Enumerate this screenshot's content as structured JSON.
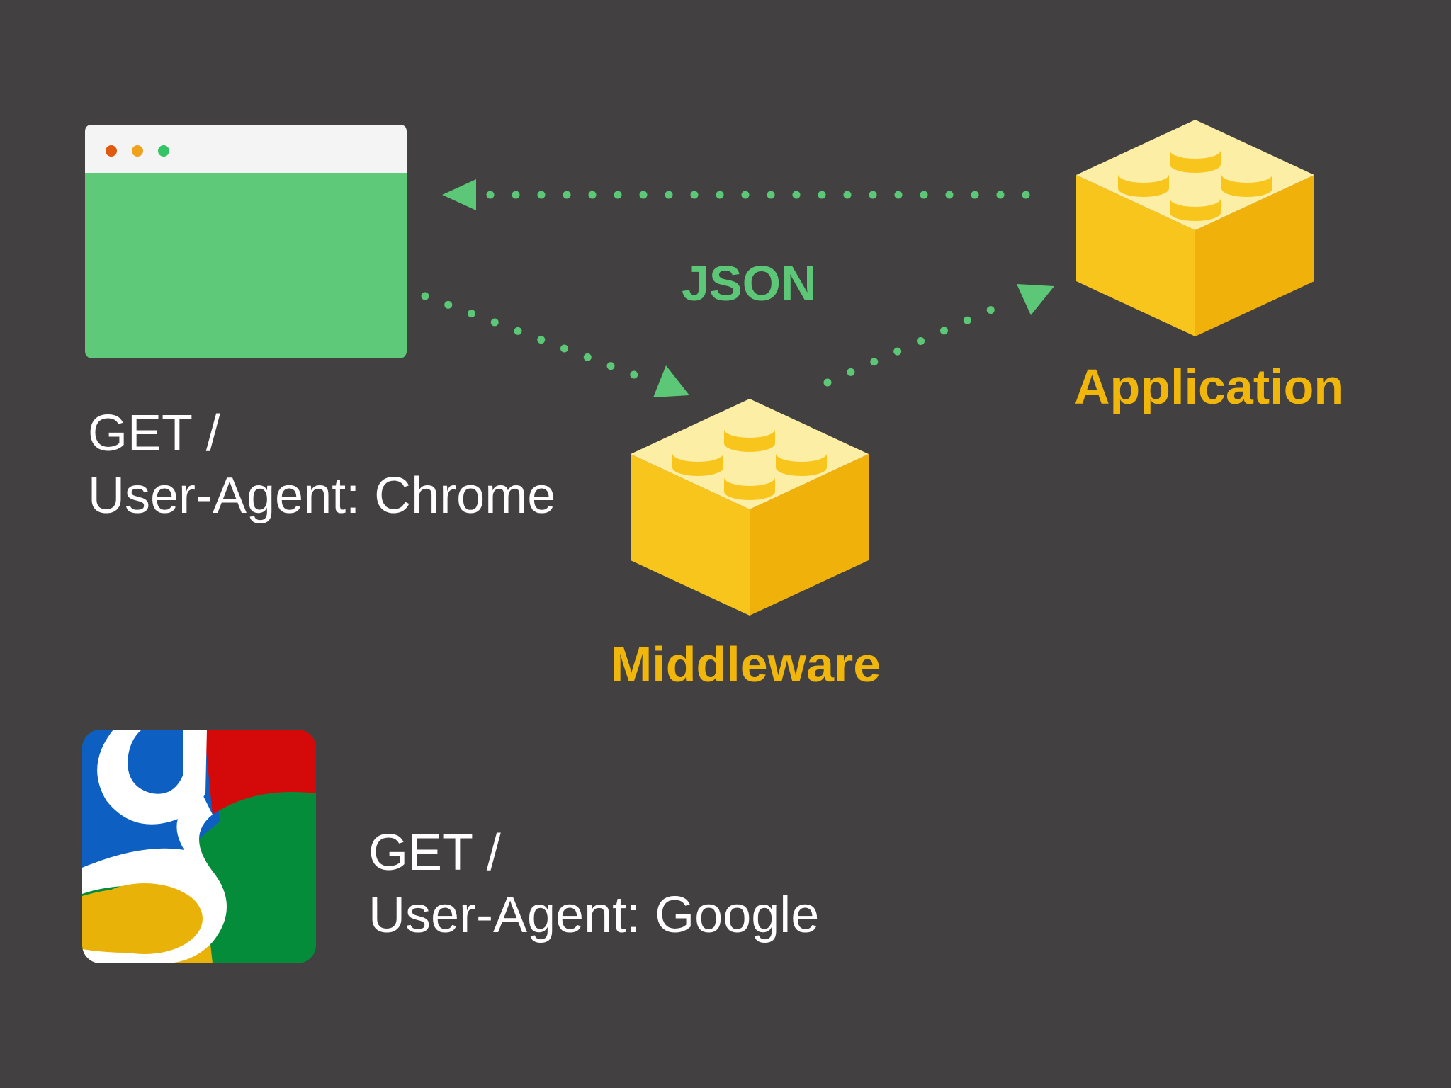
{
  "colors": {
    "background": "#424040",
    "browser_green": "#5dc979",
    "browser_bar": "#f4f4f4",
    "dot_red": "#e0590f",
    "dot_orange": "#f0a21c",
    "dot_green": "#34c465",
    "arrow_green": "#5cc877",
    "brick_top": "#fdeea6",
    "brick_left": "#f8c51c",
    "brick_right": "#f1b10b",
    "label_yellow": "#f0b60c",
    "text_white": "#ffffff"
  },
  "icons": {
    "browser": "browser-window-icon",
    "brick": "lego-brick-icon",
    "google": "google-g-logo-icon"
  },
  "labels": {
    "json": "JSON",
    "application": "Application",
    "middleware": "Middleware"
  },
  "requests": {
    "chrome": {
      "line1": "GET /",
      "line2": "User-Agent: Chrome"
    },
    "google": {
      "line1": "GET /",
      "line2": "User-Agent: Google"
    }
  }
}
